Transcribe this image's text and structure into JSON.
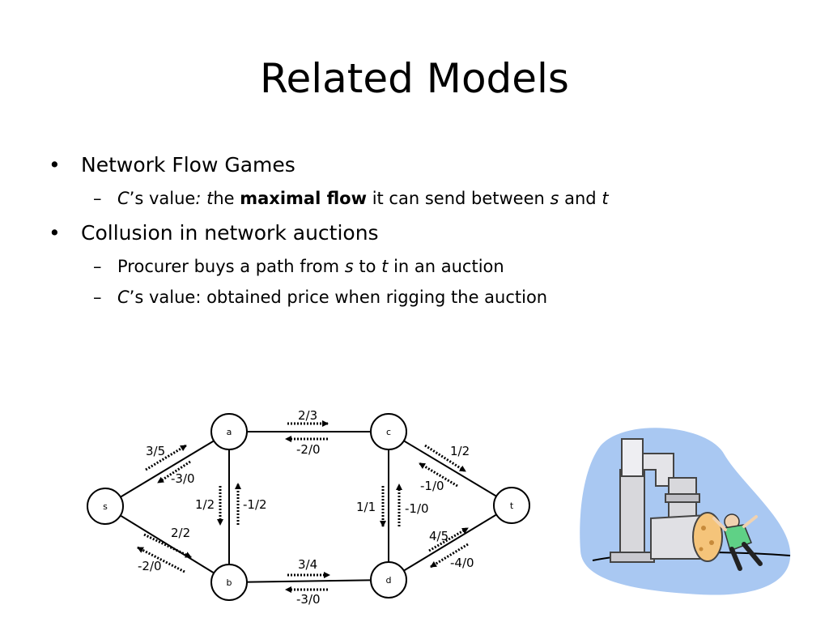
{
  "slide": {
    "title": "Related Models",
    "bullet1": {
      "label": "Network Flow Games"
    },
    "sub1": {
      "c": "C",
      "s_value": "’s value",
      "colon": ":",
      "t_letter": " t",
      "he": "he",
      "maximal_flow": "maximal flow",
      "rest": " it can send between ",
      "s": "s",
      "and": " and ",
      "t": "t"
    },
    "bullet2": {
      "label": "Collusion in network auctions"
    },
    "sub2": {
      "pre": "Procurer buys a path from ",
      "s": "s",
      "to": " to ",
      "t": "t",
      "post": " in an auction"
    },
    "sub3": {
      "c": "C",
      "rest": "’s value: obtained price when rigging the auction"
    },
    "bullet_glyph": "•",
    "dash_glyph": "–"
  },
  "diagram": {
    "nodes": {
      "s": "s",
      "a": "a",
      "b": "b",
      "c": "c",
      "d": "d",
      "t": "t"
    },
    "edge_labels": {
      "sa_fwd": "3/5",
      "sa_rev": "-3/0",
      "sb_fwd": "2/2",
      "sb_rev": "-2/0",
      "ac_fwd": "2/3",
      "ac_rev": "-2/0",
      "ab_fwd": "1/2",
      "ab_rev": "-1/2",
      "cd_fwd": "1/1",
      "cd_rev": "-1/0",
      "ct_fwd": "1/2",
      "ct_rev": "-1/0",
      "bd_fwd": "3/4",
      "bd_rev": "-3/0",
      "dt_fwd": "4/5",
      "dt_rev": "-4/0"
    }
  },
  "clipart": {
    "name": "plumber-with-pipe-clipart",
    "colors": {
      "bg": "#a9c8f2",
      "pipe": "#d8d8dc",
      "cap": "#f5c47a",
      "shirt": "#5fd186"
    }
  }
}
